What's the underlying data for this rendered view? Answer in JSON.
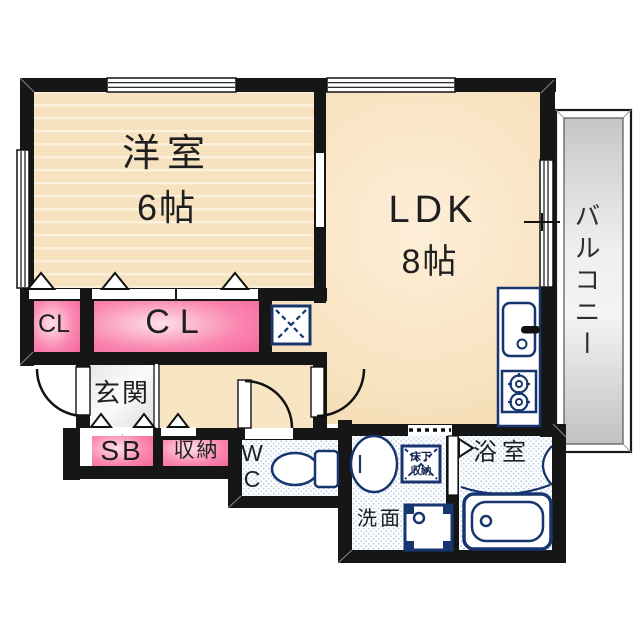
{
  "rooms": {
    "western_room": {
      "name": "洋室",
      "size": "6帖"
    },
    "ldk": {
      "name": "LDK",
      "size": "8帖"
    },
    "balcony": {
      "label": "バルコニー"
    },
    "closet_small": {
      "label": "CL"
    },
    "closet_large": {
      "label": "CL"
    },
    "entrance": {
      "label": "玄関"
    },
    "shoe_box": {
      "label": "SB"
    },
    "storage": {
      "label": "収納"
    },
    "toilet": {
      "label": "WC"
    },
    "washroom": {
      "label": "洗面"
    },
    "bathroom": {
      "label": "浴室"
    },
    "underfloor_storage": {
      "label": "床下収納"
    }
  },
  "fixtures": [
    "toilet-icon",
    "bathtub-icon",
    "washbasin-icon",
    "washing-machine-icon",
    "underfloor-storage-icon",
    "kitchen-sink-icon",
    "gas-stove-icon",
    "refrigerator-space-icon",
    "door-swing-icon",
    "folding-door-triangle-icon",
    "window-icon",
    "window-lock-icon"
  ],
  "colors": {
    "wall": "#161616",
    "room_cream": "#f6e2bf",
    "closet_pink": "#f4679c",
    "closet_pink_light": "#ffe0ea",
    "fixture_navy": "#17356e",
    "balcony_gray": "#d9d9d9",
    "wet_dot_blue": "#bad0e6",
    "entrance_gray": "#e9e9e9"
  }
}
